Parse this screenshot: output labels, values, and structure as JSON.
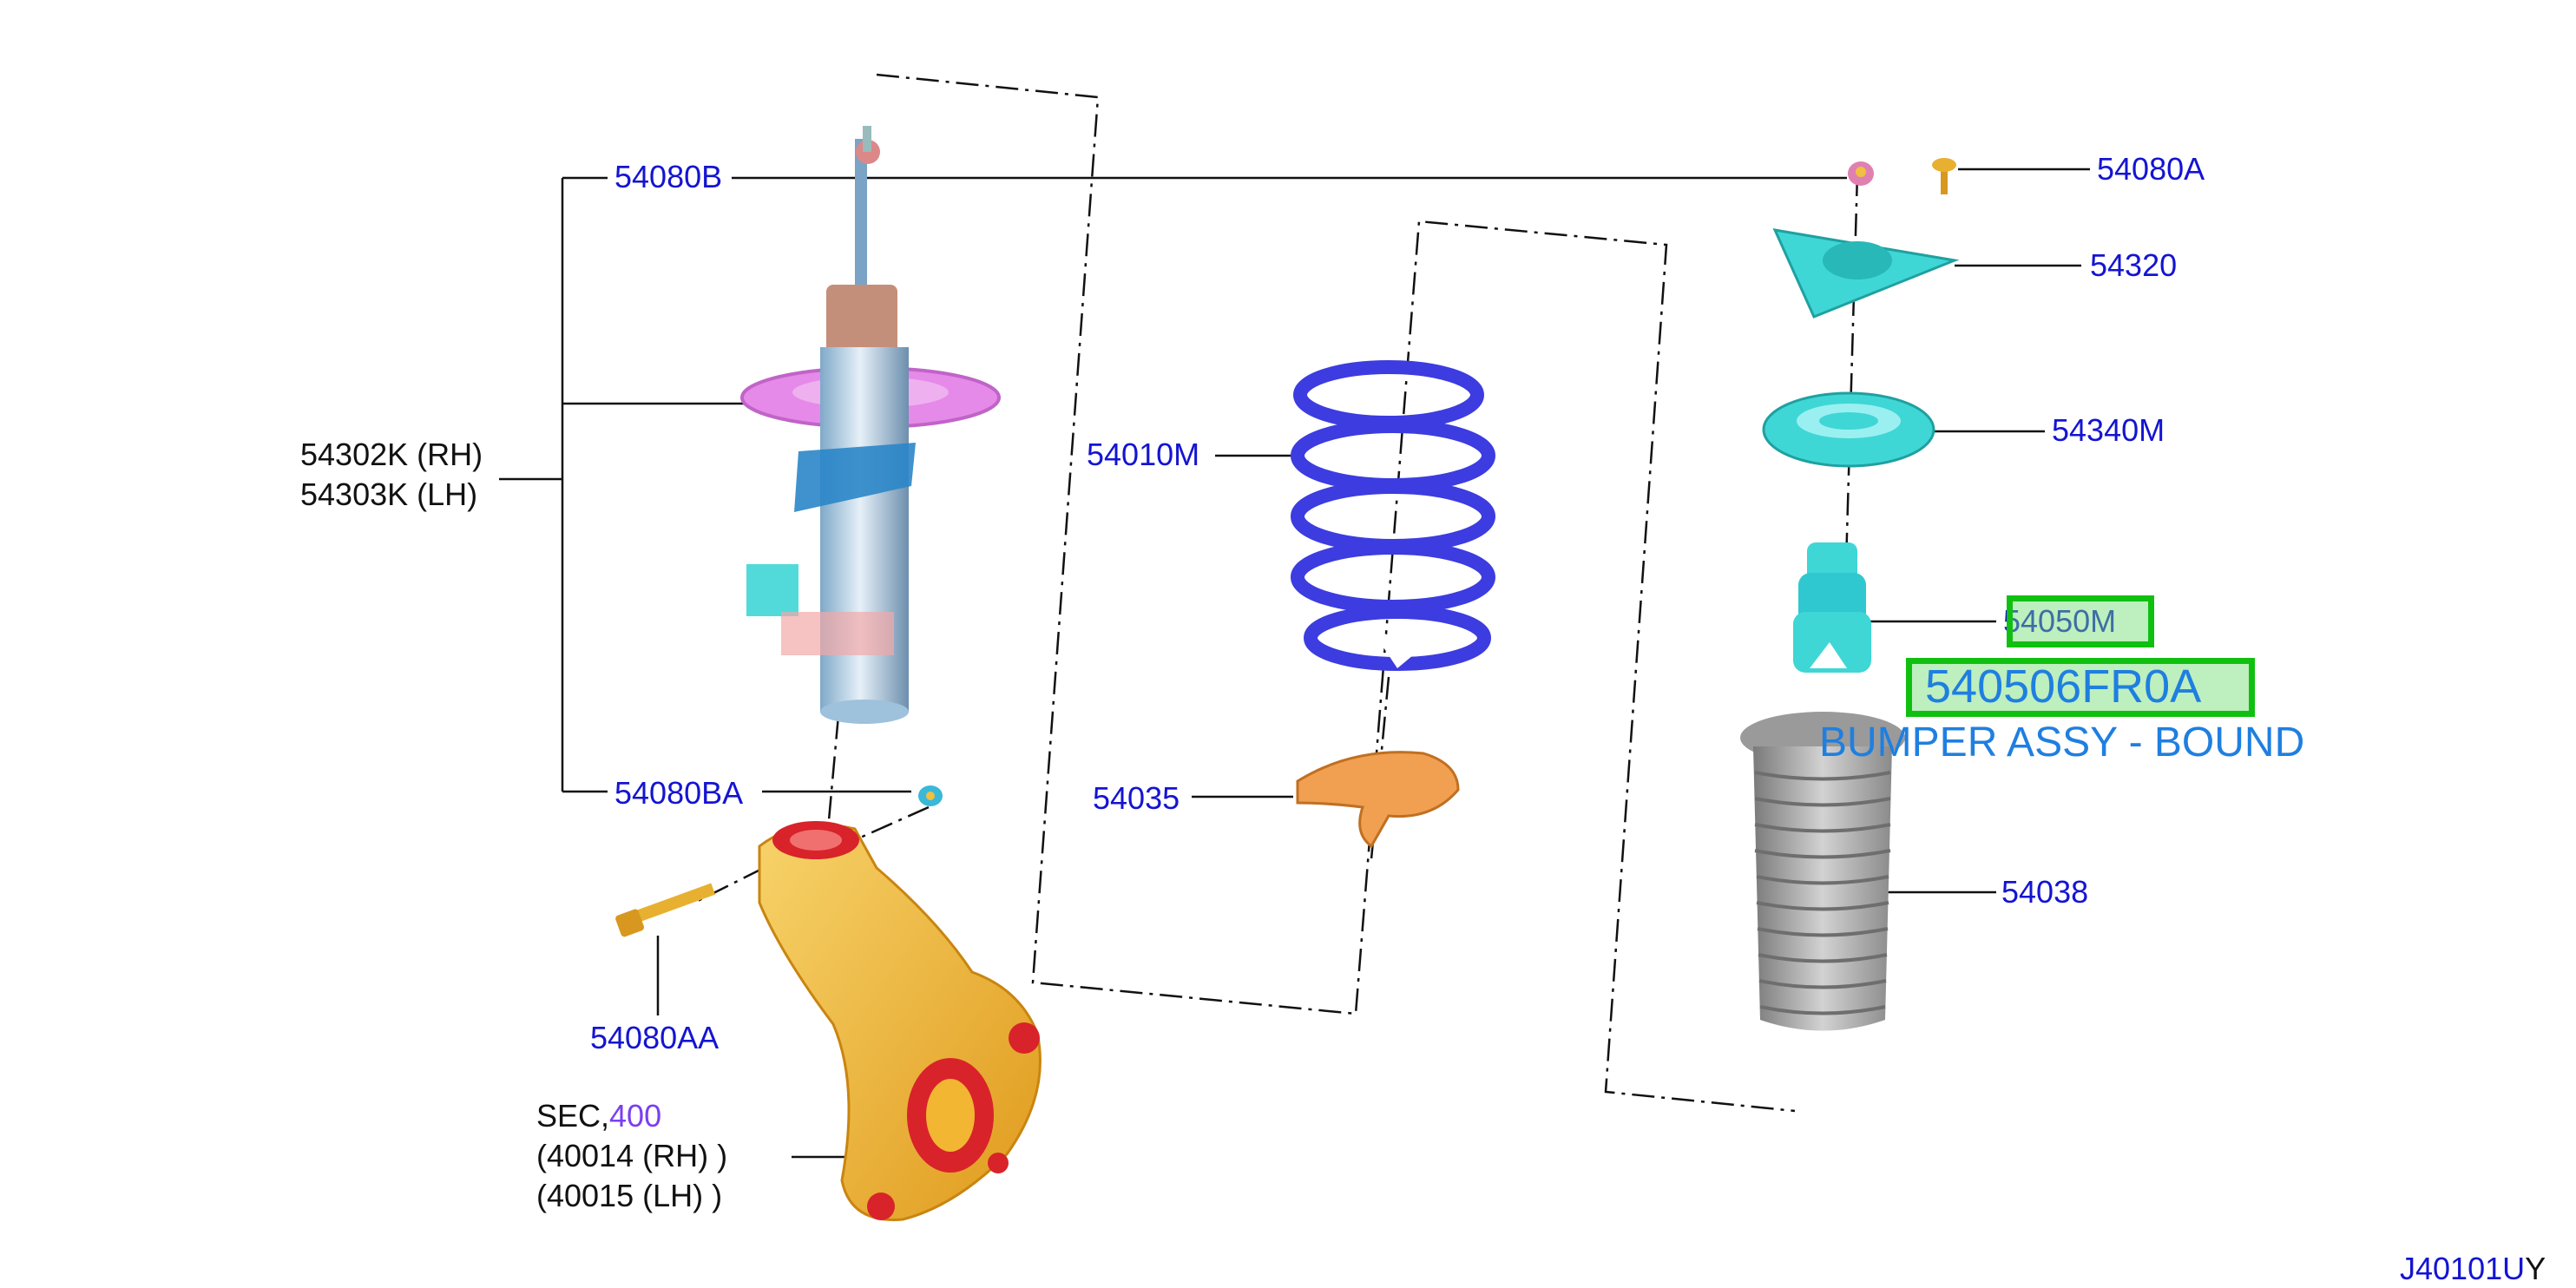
{
  "labels": {
    "p54080B": "54080B",
    "p54080A": "54080A",
    "p54320": "54320",
    "p54340M": "54340M",
    "p54050M": "54050M",
    "p54010M": "54010M",
    "p54302K": "54302K (RH)",
    "p54303K": "54303K (LH)",
    "p54080BA": "54080BA",
    "p54035": "54035",
    "p54038": "54038",
    "p54080AA": "54080AA",
    "sec_prefix": "SEC,",
    "sec_number": "400",
    "p40014": "(40014 (RH) )",
    "p40015": "(40015 (LH) )",
    "diagram_code": "J40101U",
    "diagram_code_suffix": "Y"
  },
  "highlight": {
    "part_number": "540506FR0A",
    "description": "BUMPER ASSY - BOUND"
  },
  "colors": {
    "label_blue": "#1414d2",
    "sec_purple": "#7a3ff0",
    "highlight_green": "#10c010",
    "highlight_text": "#1f7fe0",
    "spring": "#3c3ce0",
    "strut_pink": "#e58ae8",
    "mount_cyan": "#3fd6d6",
    "knuckle": "#f2b632",
    "knuckle_red": "#d8232a",
    "boot_gray": "#a8a8a8",
    "seat_orange": "#f0a050"
  },
  "icons": [
    "shock-absorber-strut-icon",
    "coil-spring-icon",
    "strut-mount-icon",
    "bearing-icon",
    "bound-bumper-icon",
    "dust-boot-icon",
    "spring-seat-icon",
    "knuckle-icon",
    "bolt-icon",
    "nut-icon"
  ]
}
